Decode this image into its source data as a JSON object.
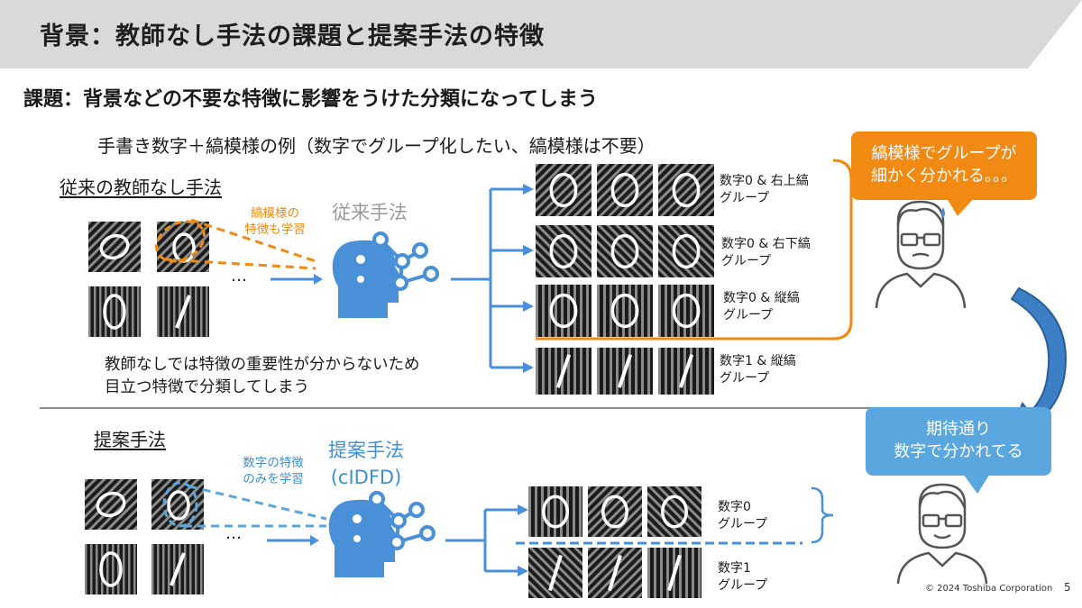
{
  "header": {
    "title": "背景：教師なし手法の課題と提案手法の特徴"
  },
  "issue_heading": "課題：背景などの不要な特徴に影響をうけた分類になってしまう",
  "example_caption": "手書き数字＋縞模様の例（数字でグループ化したい、縞模様は不要）",
  "conventional": {
    "section_label": "従来の教師なし手法",
    "note_learns_stripes": [
      "縞模様の",
      "特徴も学習"
    ],
    "method_label": "従来手法",
    "explanation": [
      "教師なしでは特徴の重要性が分からないため",
      "目立つ特徴で分類してしまう"
    ],
    "groups": [
      {
        "line1": "数字0 & 右上縞",
        "line2": "グループ"
      },
      {
        "line1": "数字0 & 右下縞",
        "line2": "グループ"
      },
      {
        "line1": "数字0 & 縦縞",
        "line2": "グループ"
      },
      {
        "line1": "数字1 & 縦縞",
        "line2": "グループ"
      }
    ],
    "bubble": [
      "縞模様でグループが",
      "細かく分かれる。。。"
    ]
  },
  "proposed": {
    "section_label": "提案手法",
    "note_learns_digits": [
      "数字の特徴",
      "のみを学習"
    ],
    "method_label": [
      "提案手法",
      "(cIDFD)"
    ],
    "groups": [
      {
        "line1": "数字0",
        "line2": "グループ"
      },
      {
        "line1": "数字1",
        "line2": "グループ"
      }
    ],
    "bubble": [
      "期待通り",
      "数字で分かれてる"
    ]
  },
  "ellipsis": "…",
  "footer": {
    "copyright": "© 2024 Toshiba Corporation",
    "page_number": "5"
  },
  "colors": {
    "title_band": "#d9d9d9",
    "orange": "#f08a12",
    "blue": "#4a90d9",
    "bubble_orange": "#f08a12",
    "bubble_blue": "#5aa6de"
  }
}
